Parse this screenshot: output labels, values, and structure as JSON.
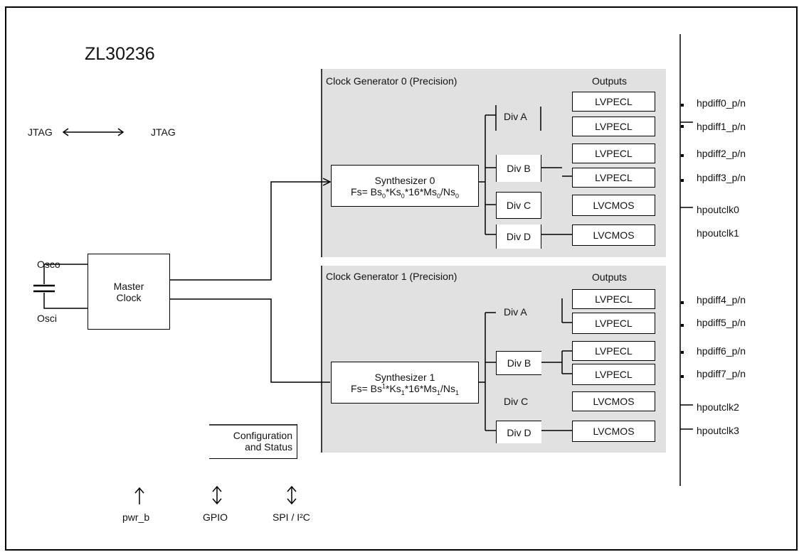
{
  "title": "ZL30236",
  "jtag": {
    "left_label": "JTAG",
    "right_label": "JTAG"
  },
  "oscillator": {
    "top_label": "Osco",
    "bottom_label": "Osci"
  },
  "master_clock": {
    "line1": "Master",
    "line2": "Clock"
  },
  "clock_generator_0": {
    "title": "Clock Generator 0 (Precision)",
    "outputs_header": "Outputs",
    "synth_line1": "Synthesizer 0",
    "synth_line2_prefix": "Fs= Bs",
    "synth_sub1": "0",
    "synth_mid1": "*Ks",
    "synth_sub2": "0",
    "synth_mid2": "*16*Ms",
    "synth_sub3": "0",
    "synth_mid3": "/Ns",
    "synth_sub4": "0",
    "dividers": [
      "Div A",
      "Div B",
      "Div C",
      "Div D"
    ],
    "outputs": [
      "LVPECL",
      "LVPECL",
      "LVPECL",
      "LVPECL",
      "LVCMOS",
      "LVCMOS"
    ],
    "pins": [
      "hpdiff0_p/n",
      "hpdiff1_p/n",
      "hpdiff2_p/n",
      "hpdiff3_p/n",
      "hpoutclk0",
      "hpoutclk1"
    ]
  },
  "clock_generator_1": {
    "title": "Clock Generator 1 (Precision)",
    "outputs_header": "Outputs",
    "synth_line1": "Synthesizer 1",
    "synth_line2_prefix": "Fs= Bs",
    "synth_sub1": "1",
    "synth_mid1": "*Ks",
    "synth_sub2": "1",
    "synth_mid2": "*16*Ms",
    "synth_sub3": "1",
    "synth_mid3": "/Ns",
    "synth_sub4": "1",
    "dividers": [
      "Div A",
      "Div B",
      "Div C",
      "Div D"
    ],
    "outputs": [
      "LVPECL",
      "LVPECL",
      "LVPECL",
      "LVPECL",
      "LVCMOS",
      "LVCMOS"
    ],
    "pins": [
      "hpdiff4_p/n",
      "hpdiff5_p/n",
      "hpdiff6_p/n",
      "hpdiff7_p/n",
      "hpoutclk2",
      "hpoutclk3"
    ]
  },
  "config_status": {
    "line1": "Configuration",
    "line2": "and Status"
  },
  "bottom_signals": [
    "pwr_b",
    "GPIO",
    "SPI / I²C"
  ]
}
